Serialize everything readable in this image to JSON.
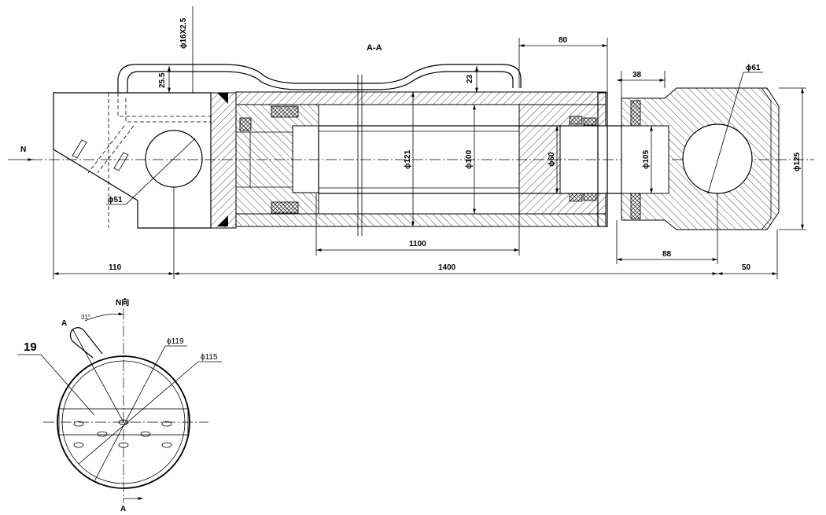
{
  "section_title": "A-A",
  "view_direction_label": "N",
  "view_n_title": "N向",
  "section_mark": "A",
  "angle_label": "31°",
  "part_number": "19",
  "dimensions": {
    "port_thread": "ϕ16X2.5",
    "tube_rise_left": "25.5",
    "tube_rise_right": "23",
    "dim_80": "80",
    "dim_38": "38",
    "eye_61": "ϕ61",
    "dia_121": "ϕ121",
    "dia_100": "ϕ100",
    "dia_60": "ϕ60",
    "dia_105": "ϕ105",
    "dia_125": "ϕ125",
    "pin_51": "ϕ51",
    "stroke_1100": "1100",
    "dim_88": "88",
    "len_110": "110",
    "len_1400": "1400",
    "len_50": "50",
    "end_119": "ϕ119",
    "end_115": "ϕ115"
  },
  "colors": {
    "line": "#000000",
    "background": "#ffffff"
  }
}
